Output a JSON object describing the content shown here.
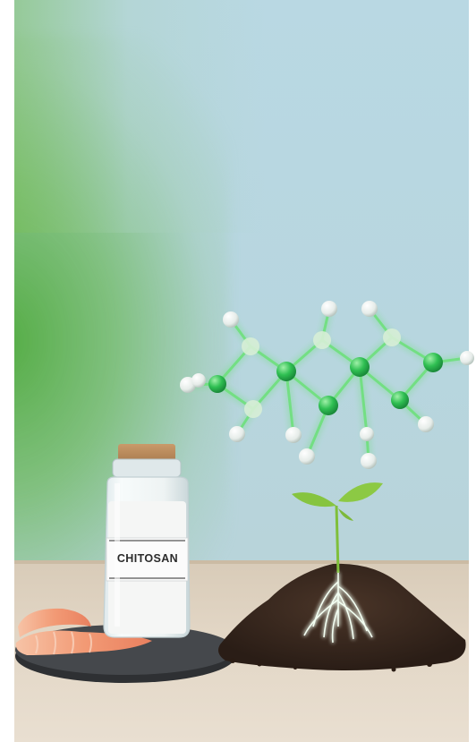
{
  "vial": {
    "label": "CHITOSAN"
  },
  "colors": {
    "background_blue": "#b8d6df",
    "glow_green": "#4faa3c",
    "molecule_green": "#3fbf5a",
    "soil_brown": "#3a2a20",
    "cork": "#b88a5e",
    "slate": "#3b3d40",
    "shrimp": "#f2a37f",
    "table": "#e2d6c5"
  },
  "objects": [
    "molecule-model",
    "chitosan-vial",
    "shrimp",
    "slate-plate",
    "soil-mound",
    "seedling",
    "glowing-roots"
  ]
}
